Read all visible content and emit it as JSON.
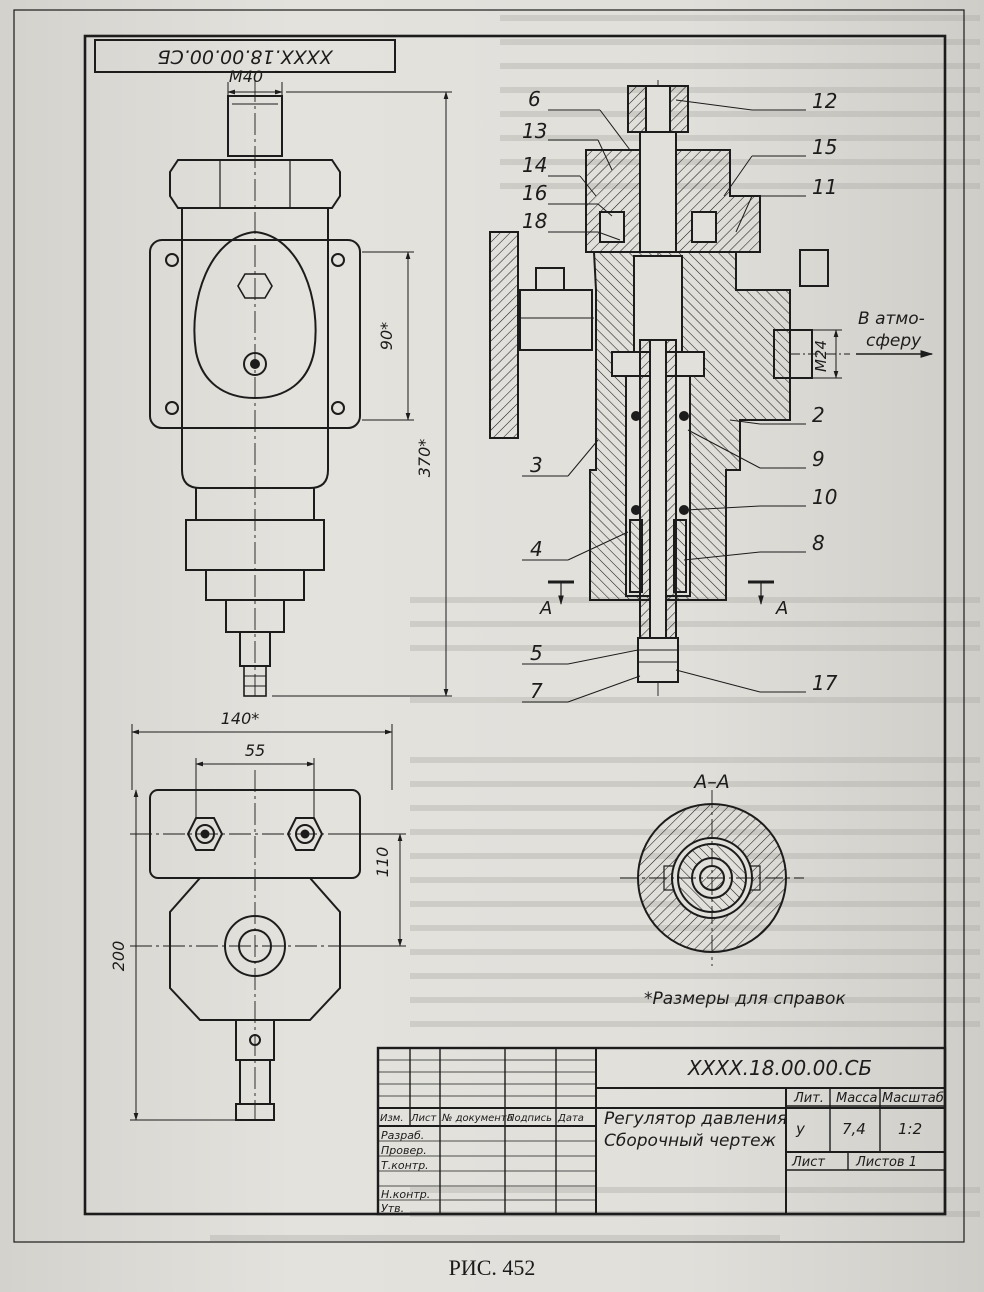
{
  "caption": "РИС. 452",
  "stamp_code_top": "XXXX.18.00.00.СБ",
  "parts": [
    "6",
    "13",
    "14",
    "16",
    "18",
    "12",
    "15",
    "11",
    "3",
    "4",
    "5",
    "7",
    "2",
    "9",
    "10",
    "8",
    "17"
  ],
  "dimensions": {
    "m40": "М40",
    "d90": "90*",
    "d370": "370*",
    "d140": "140*",
    "d55": "55",
    "d110": "110",
    "d200": "200",
    "m24": "М24"
  },
  "annotations": {
    "atm_line1": "В атмо-",
    "atm_line2": "сферу",
    "section_label": "А–А",
    "section_a": "А",
    "note": "*Размеры для справок"
  },
  "title_block": {
    "code": "XXXX.18.00.00.СБ",
    "name": "Регулятор давления",
    "doc_type": "Сборочный чертеж",
    "header_cols": [
      "Изм.",
      "Лист",
      "№ документа",
      "Подпись",
      "Дата"
    ],
    "roles": [
      "Разраб.",
      "Провер.",
      "Т.контр.",
      "",
      "Н.контр.",
      "Утв."
    ],
    "lit_label": "Лит.",
    "mass_label": "Масса",
    "scale_label": "Масштаб",
    "lit_value": "у",
    "mass_value": "7,4",
    "scale_value": "1:2",
    "sheet_label": "Лист",
    "sheets_label": "Листов 1"
  },
  "colors": {
    "ink": "#1c1c1c",
    "paper": "#e2e0db",
    "bleed": "#8a8884"
  }
}
